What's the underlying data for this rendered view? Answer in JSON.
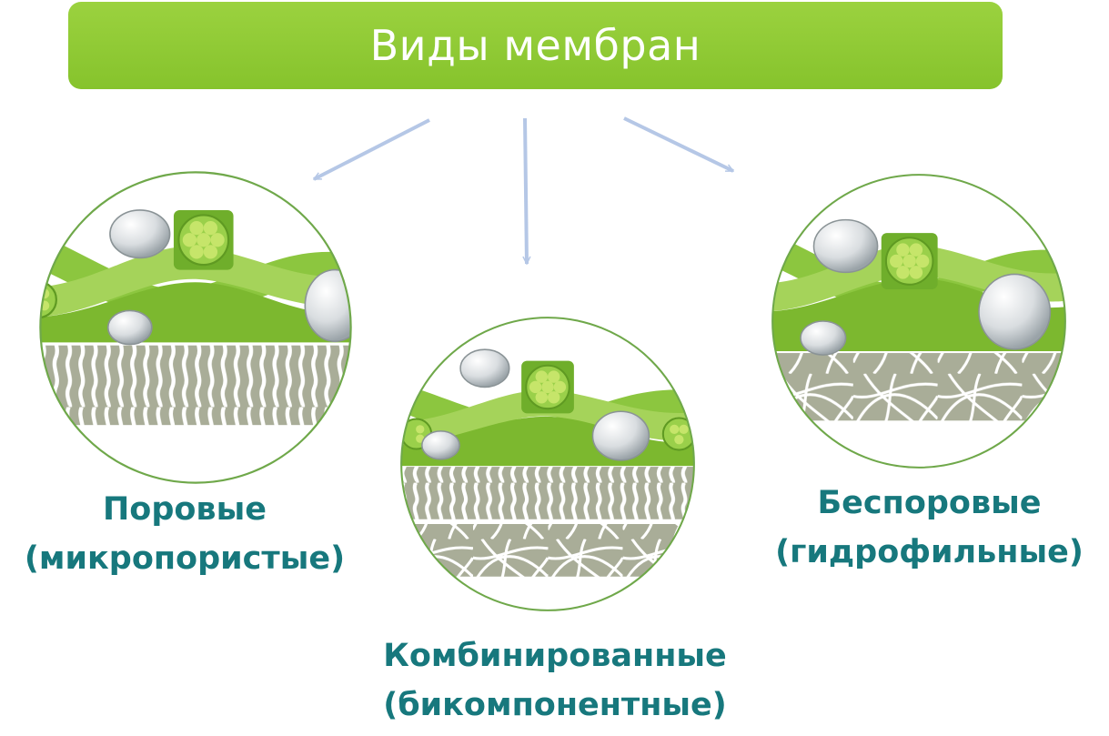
{
  "title": "Виды мембран",
  "types": [
    {
      "line1": "Поровые",
      "line2": "(микропористые)",
      "layer": "porous"
    },
    {
      "line1": "Комбинированные",
      "line2": "(бикомпонентные)",
      "layer": "combined"
    },
    {
      "line1": "Беспоровые",
      "line2": "(гидрофильные)",
      "layer": "non-porous"
    }
  ],
  "colors": {
    "banner": "#8cc834",
    "label_text": "#17787d",
    "fiber": "#8cc63f",
    "membrane_layer": "#a9ad98",
    "arrow": "#b5c7e6"
  },
  "icons": [
    "droplet-icon",
    "fiber-bundle-icon"
  ]
}
